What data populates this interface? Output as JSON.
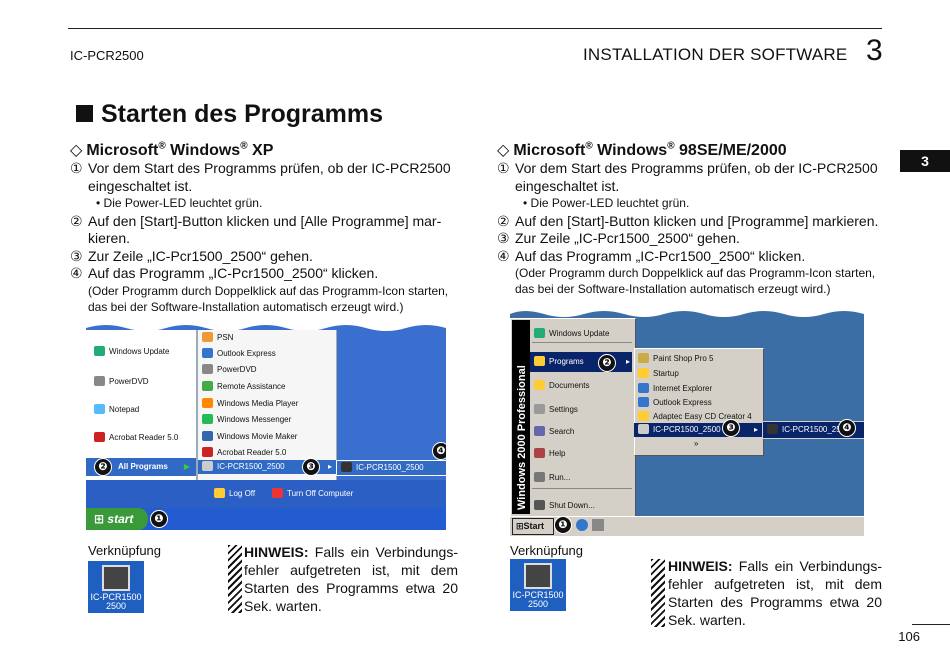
{
  "header": {
    "model": "IC-PCR2500",
    "title": "INSTALLATION DER SOFTWARE",
    "chapter": "3",
    "tab": "3"
  },
  "section_title": "Starten des Programms",
  "xp": {
    "heading_pre": "Microsoft",
    "heading_mid": " Windows",
    "heading_post": " XP",
    "reg": "®",
    "steps": [
      {
        "n": "①",
        "text": "Vor dem Start des Programms prüfen, ob der IC-PCR2500 eingeschaltet ist."
      },
      {
        "n": "②",
        "text": "Auf den [Start]-Button klicken und [Alle Programme] mar­kieren."
      },
      {
        "n": "③",
        "text": "Zur Zeile „IC-Pcr1500_2500“ gehen."
      },
      {
        "n": "④",
        "text": "Auf das Programm „IC-Pcr1500_2500“ klicken."
      }
    ],
    "bullet": "• Die Power-LED leuchtet grün.",
    "paren": "(Oder Programm durch Doppelklick auf das Programm-Icon star­ten, das bei der Software-Installation automatisch erzeugt wird.)",
    "shot": {
      "left_items": [
        "Windows Update",
        "PowerDVD",
        "Notepad",
        "Acrobat Reader 5.0"
      ],
      "right_items": [
        "PSN",
        "Outlook Express",
        "PowerDVD",
        "Remote Assistance",
        "Windows Media Player",
        "Windows Messenger",
        "Windows Movie Maker",
        "Acrobat Reader 5.0",
        "IC-PCR1500_2500"
      ],
      "all_programs": "All Programs",
      "submenu": "IC-PCR1500_2500",
      "logoff": "Log Off",
      "turnoff": "Turn Off Computer",
      "start": "start",
      "marks": [
        "❶",
        "❷",
        "❸",
        "❹"
      ]
    },
    "shortcut_label": "Verknüpfung",
    "shortcut_icon": "IC-PCR1500 2500",
    "note_label": "HINWEIS:",
    "note_text": " Falls ein Verbindungs­fehler aufgetreten ist, mit dem Starten des Programms etwa 20 Sek. warten."
  },
  "w98": {
    "heading_pre": "Microsoft",
    "heading_mid": " Windows",
    "heading_post": " 98SE/ME/2000",
    "reg": "®",
    "steps": [
      {
        "n": "①",
        "text": "Vor dem Start des Programms prüfen, ob der IC-PCR2500 eingeschaltet ist."
      },
      {
        "n": "②",
        "text": "Auf den [Start]-Button klicken und [Programme] markieren."
      },
      {
        "n": "③",
        "text": "Zur Zeile „IC-Pcr1500_2500“ gehen."
      },
      {
        "n": "④",
        "text": "Auf das Programm „IC-Pcr1500_2500“ klicken."
      }
    ],
    "bullet": "• Die Power-LED leuchtet grün.",
    "paren": "(Oder Programm durch Doppelklick auf das Programm-Icon star­ten, das bei der Software-Installation automatisch erzeugt wird.)",
    "shot": {
      "banner": "Windows 2000 Professional",
      "menu": [
        "Windows Update",
        "Programs",
        "Documents",
        "Settings",
        "Search",
        "Help",
        "Run...",
        "Shut Down..."
      ],
      "programs": [
        "Paint Shop Pro 5",
        "Startup",
        "Internet Explorer",
        "Outlook Express",
        "Adaptec Easy CD Creator 4",
        "IC-PCR1500_2500",
        "»"
      ],
      "submenu": "IC-PCR1500_2500",
      "start": "Start",
      "marks": [
        "❶",
        "❷",
        "❸",
        "❹"
      ]
    },
    "shortcut_label": "Verknüpfung",
    "shortcut_icon": "IC-PCR1500 2500",
    "note_label": "HINWEIS:",
    "note_text": " Falls ein Verbindungs­fehler aufgetreten ist, mit dem Starten des Programms etwa 20 Sek. warten."
  },
  "page_number": "106"
}
